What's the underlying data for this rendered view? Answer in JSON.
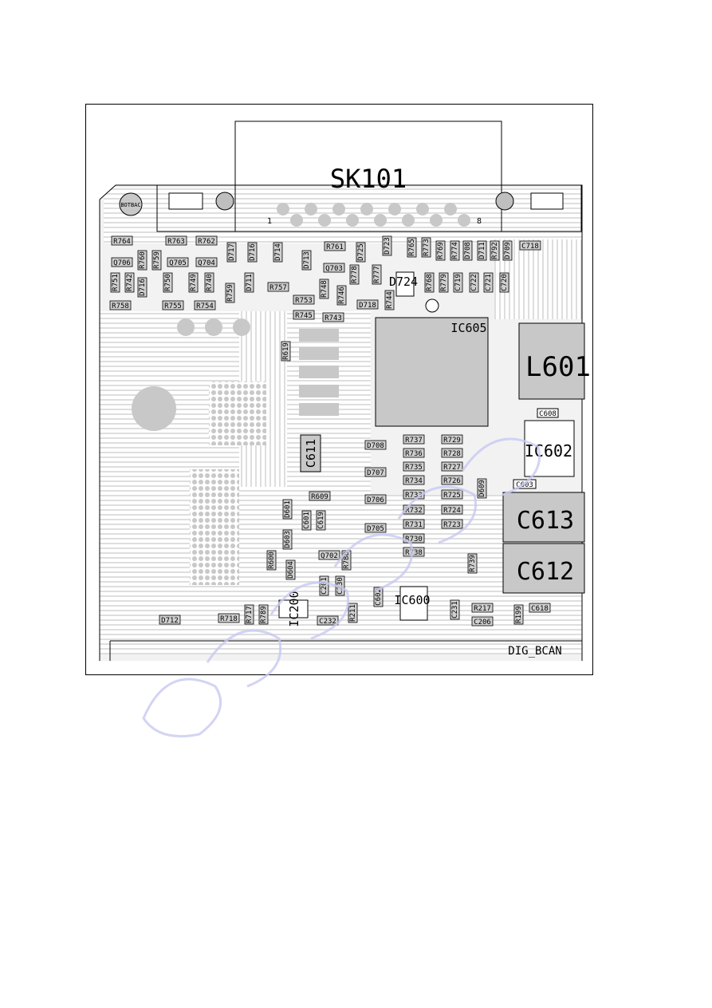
{
  "connector": {
    "name": "SK101",
    "pin_first": "1",
    "pin_last": "8"
  },
  "fiducial": "BOTBAC",
  "chips": {
    "ic605": "IC605",
    "l601": "L601",
    "ic602": "IC602",
    "c613": "C613",
    "c612": "C612",
    "c611": "C611",
    "ic600": "IC600",
    "ic200": "IC200",
    "d724": "D724",
    "c608": "C608",
    "c603": "C603"
  },
  "bottom_connector": "DIG_BCAN",
  "components": [
    {
      "t": "R764"
    },
    {
      "t": "R763"
    },
    {
      "t": "R762"
    },
    {
      "t": "R761"
    },
    {
      "t": "D717"
    },
    {
      "t": "D716"
    },
    {
      "t": "D714"
    },
    {
      "t": "D713"
    },
    {
      "t": "Q703"
    },
    {
      "t": "D725"
    },
    {
      "t": "D723"
    },
    {
      "t": "R765"
    },
    {
      "t": "R773"
    },
    {
      "t": "R769"
    },
    {
      "t": "R774"
    },
    {
      "t": "D708"
    },
    {
      "t": "D711"
    },
    {
      "t": "R792"
    },
    {
      "t": "D709"
    },
    {
      "t": "C718"
    },
    {
      "t": "Q706"
    },
    {
      "t": "R760"
    },
    {
      "t": "R759"
    },
    {
      "t": "Q705"
    },
    {
      "t": "Q704"
    },
    {
      "t": "R751"
    },
    {
      "t": "R742"
    },
    {
      "t": "D716"
    },
    {
      "t": "R750"
    },
    {
      "t": "R749"
    },
    {
      "t": "R740"
    },
    {
      "t": "R758"
    },
    {
      "t": "R755"
    },
    {
      "t": "R754"
    },
    {
      "t": "R759"
    },
    {
      "t": "D711"
    },
    {
      "t": "R757"
    },
    {
      "t": "R748"
    },
    {
      "t": "R746"
    },
    {
      "t": "R778"
    },
    {
      "t": "R777"
    },
    {
      "t": "R768"
    },
    {
      "t": "R779"
    },
    {
      "t": "C719"
    },
    {
      "t": "C722"
    },
    {
      "t": "C721"
    },
    {
      "t": "C720"
    },
    {
      "t": "R753"
    },
    {
      "t": "R745"
    },
    {
      "t": "R743"
    },
    {
      "t": "D718"
    },
    {
      "t": "R744"
    },
    {
      "t": "R619"
    },
    {
      "t": "D708"
    },
    {
      "t": "D707"
    },
    {
      "t": "D706"
    },
    {
      "t": "D705"
    },
    {
      "t": "R737"
    },
    {
      "t": "R736"
    },
    {
      "t": "R735"
    },
    {
      "t": "R734"
    },
    {
      "t": "R733"
    },
    {
      "t": "R732"
    },
    {
      "t": "R731"
    },
    {
      "t": "R730"
    },
    {
      "t": "R738"
    },
    {
      "t": "R729"
    },
    {
      "t": "R728"
    },
    {
      "t": "R727"
    },
    {
      "t": "R726"
    },
    {
      "t": "R725"
    },
    {
      "t": "R724"
    },
    {
      "t": "R723"
    },
    {
      "t": "D609"
    },
    {
      "t": "R739"
    },
    {
      "t": "R609"
    },
    {
      "t": "D601"
    },
    {
      "t": "D603"
    },
    {
      "t": "C601"
    },
    {
      "t": "C619"
    },
    {
      "t": "R600"
    },
    {
      "t": "D604"
    },
    {
      "t": "Q702"
    },
    {
      "t": "R788"
    },
    {
      "t": "C201"
    },
    {
      "t": "C230"
    },
    {
      "t": "C232"
    },
    {
      "t": "R211"
    },
    {
      "t": "C602"
    },
    {
      "t": "C231"
    },
    {
      "t": "R217"
    },
    {
      "t": "C206"
    },
    {
      "t": "R199"
    },
    {
      "t": "C618"
    },
    {
      "t": "D712"
    },
    {
      "t": "R718"
    },
    {
      "t": "R717"
    },
    {
      "t": "R789"
    }
  ]
}
